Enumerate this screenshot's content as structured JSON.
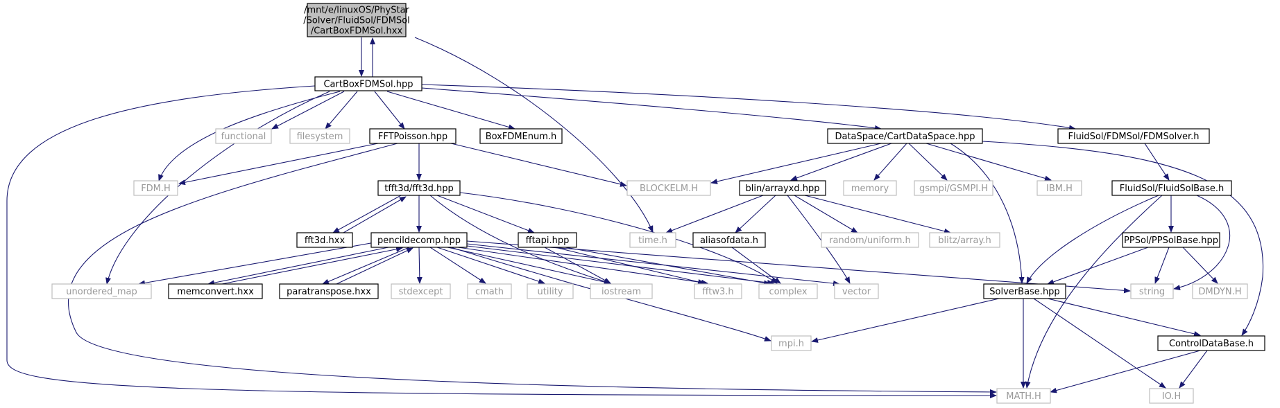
{
  "diagram": {
    "colors": {
      "edge": "#191970",
      "root_fill": "#bfbfbf",
      "documented_border": "#000000",
      "external_border": "#bfbfbf",
      "documented_text": "#000000",
      "external_text": "#999999"
    },
    "nodes": [
      {
        "id": "root",
        "kind": "root",
        "lines": [
          "/mnt/e/linuxOS/PhyStar",
          "/Solver/FluidSol/FDMSol",
          "/CartBoxFDMSol.hxx"
        ]
      },
      {
        "id": "cartboxhpp",
        "kind": "documented",
        "lines": [
          "CartBoxFDMSol.hpp"
        ]
      },
      {
        "id": "functional",
        "kind": "external",
        "lines": [
          "functional"
        ]
      },
      {
        "id": "filesystem",
        "kind": "external",
        "lines": [
          "filesystem"
        ]
      },
      {
        "id": "fftpoisson",
        "kind": "documented",
        "lines": [
          "FFTPoisson.hpp"
        ]
      },
      {
        "id": "boxfdmenum",
        "kind": "documented",
        "lines": [
          "BoxFDMEnum.h"
        ]
      },
      {
        "id": "cartdataspace",
        "kind": "documented",
        "lines": [
          "DataSpace/CartDataSpace.hpp"
        ]
      },
      {
        "id": "fdmsolver",
        "kind": "documented",
        "lines": [
          "FluidSol/FDMSol/FDMSolver.h"
        ]
      },
      {
        "id": "fdmh",
        "kind": "external",
        "lines": [
          "FDM.H"
        ]
      },
      {
        "id": "tfft3d",
        "kind": "documented",
        "lines": [
          "tfft3d/fft3d.hpp"
        ]
      },
      {
        "id": "blockelm",
        "kind": "external",
        "lines": [
          "BLOCKELM.H"
        ]
      },
      {
        "id": "arrayxd",
        "kind": "documented",
        "lines": [
          "blin/arrayxd.hpp"
        ]
      },
      {
        "id": "memory",
        "kind": "external",
        "lines": [
          "memory"
        ]
      },
      {
        "id": "gsmpi",
        "kind": "external",
        "lines": [
          "gsmpi/GSMPI.H"
        ]
      },
      {
        "id": "ibm",
        "kind": "external",
        "lines": [
          "IBM.H"
        ]
      },
      {
        "id": "fluidsolbase",
        "kind": "documented",
        "lines": [
          "FluidSol/FluidSolBase.h"
        ]
      },
      {
        "id": "fft3dhxx",
        "kind": "documented",
        "lines": [
          "fft3d.hxx"
        ]
      },
      {
        "id": "pencildecomp",
        "kind": "documented",
        "lines": [
          "pencildecomp.hpp"
        ]
      },
      {
        "id": "fftapi",
        "kind": "documented",
        "lines": [
          "fftapi.hpp"
        ]
      },
      {
        "id": "timeh",
        "kind": "external",
        "lines": [
          "time.h"
        ]
      },
      {
        "id": "aliasofdata",
        "kind": "documented",
        "lines": [
          "aliasofdata.h"
        ]
      },
      {
        "id": "randomuniform",
        "kind": "external",
        "lines": [
          "random/uniform.h"
        ]
      },
      {
        "id": "blitzarray",
        "kind": "external",
        "lines": [
          "blitz/array.h"
        ]
      },
      {
        "id": "ppsolbase",
        "kind": "documented",
        "lines": [
          "PPSol/PPSolBase.hpp"
        ]
      },
      {
        "id": "unorderedmap",
        "kind": "external",
        "lines": [
          "unordered_map"
        ]
      },
      {
        "id": "memconvert",
        "kind": "documented",
        "lines": [
          "memconvert.hxx"
        ]
      },
      {
        "id": "paratranspose",
        "kind": "documented",
        "lines": [
          "paratranspose.hxx"
        ]
      },
      {
        "id": "stdexcept",
        "kind": "external",
        "lines": [
          "stdexcept"
        ]
      },
      {
        "id": "cmath",
        "kind": "external",
        "lines": [
          "cmath"
        ]
      },
      {
        "id": "utility",
        "kind": "external",
        "lines": [
          "utility"
        ]
      },
      {
        "id": "iostream",
        "kind": "external",
        "lines": [
          "iostream"
        ]
      },
      {
        "id": "fftw3",
        "kind": "external",
        "lines": [
          "fftw3.h"
        ]
      },
      {
        "id": "complex",
        "kind": "external",
        "lines": [
          "complex"
        ]
      },
      {
        "id": "vector",
        "kind": "external",
        "lines": [
          "vector"
        ]
      },
      {
        "id": "solverbase",
        "kind": "documented",
        "lines": [
          "SolverBase.hpp"
        ]
      },
      {
        "id": "string",
        "kind": "external",
        "lines": [
          "string"
        ]
      },
      {
        "id": "dmdyn",
        "kind": "external",
        "lines": [
          "DMDYN.H"
        ]
      },
      {
        "id": "mpih",
        "kind": "external",
        "lines": [
          "mpi.h"
        ]
      },
      {
        "id": "controldatabase",
        "kind": "documented",
        "lines": [
          "ControlDataBase.h"
        ]
      },
      {
        "id": "mathh",
        "kind": "external",
        "lines": [
          "MATH.H"
        ]
      },
      {
        "id": "ioh",
        "kind": "external",
        "lines": [
          "IO.H"
        ]
      }
    ]
  }
}
